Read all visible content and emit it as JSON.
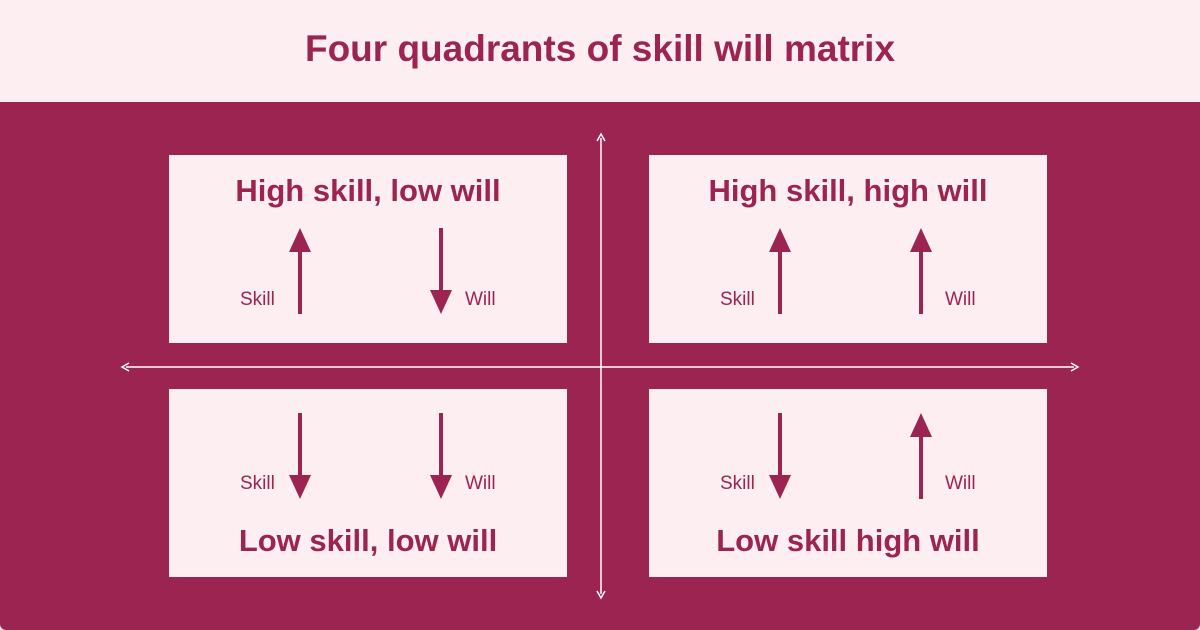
{
  "title": "Four quadrants of skill will matrix",
  "colors": {
    "primary": "#9b2451",
    "light": "#fdeef2",
    "axis": "#ffffff"
  },
  "quadrants": {
    "top_left": {
      "title": "High skill, low will",
      "skill_label": "Skill",
      "will_label": "Will",
      "skill_direction": "up",
      "will_direction": "down"
    },
    "top_right": {
      "title": "High skill, high will",
      "skill_label": "Skill",
      "will_label": "Will",
      "skill_direction": "up",
      "will_direction": "up"
    },
    "bottom_left": {
      "title": "Low skill, low will",
      "skill_label": "Skill",
      "will_label": "Will",
      "skill_direction": "down",
      "will_direction": "down"
    },
    "bottom_right": {
      "title": "Low skill high will",
      "skill_label": "Skill",
      "will_label": "Will",
      "skill_direction": "down",
      "will_direction": "up"
    }
  },
  "icons": {
    "up": "arrow-up-icon",
    "down": "arrow-down-icon"
  }
}
